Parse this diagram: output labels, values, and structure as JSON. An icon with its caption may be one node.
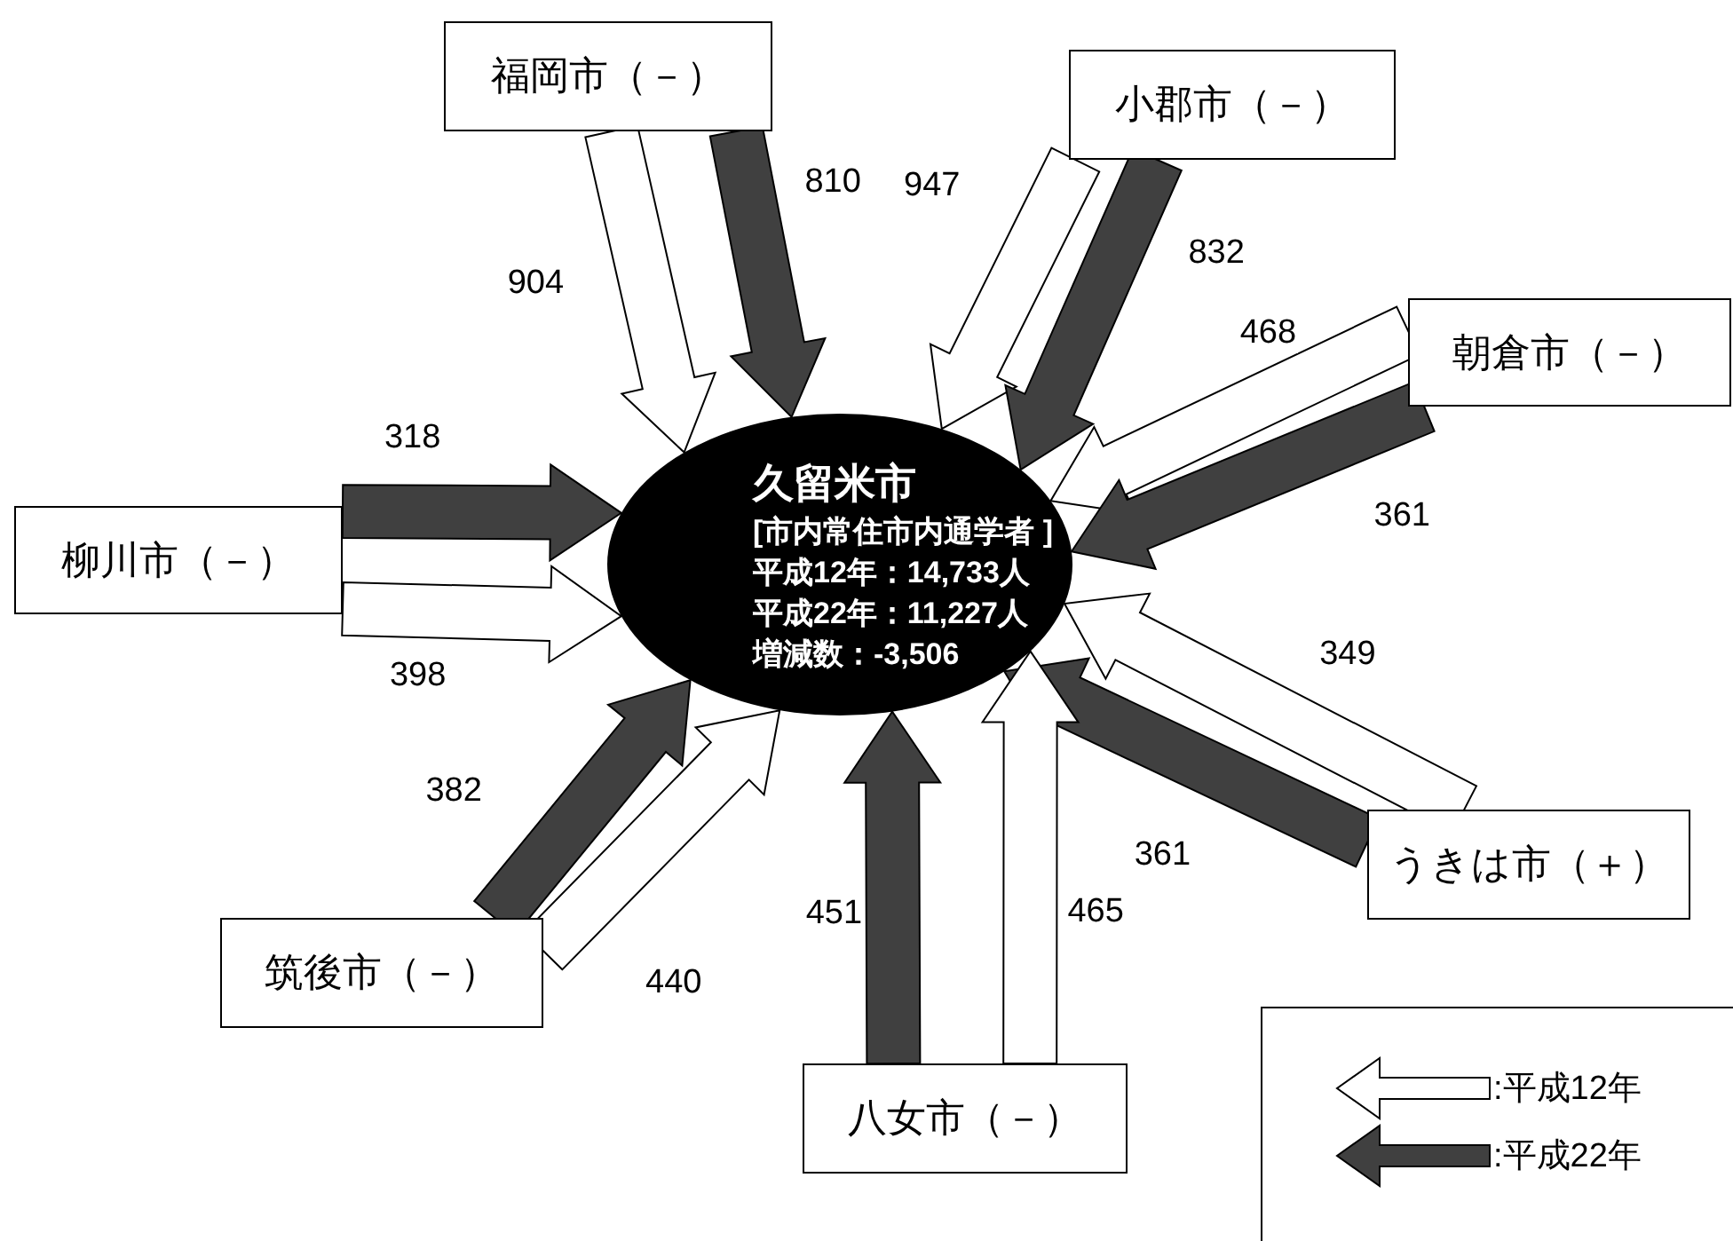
{
  "diagram": {
    "nodes": [
      {
        "text": [
          "久留米市",
          "[市内常住市内通学者 ]",
          "平成12年：14,733人",
          "平成22年：11,227人",
          "増減数：-3,506"
        ]
      },
      {
        "text": [
          "福岡市（－）"
        ]
      },
      {
        "text": [
          "小郡市（－）"
        ]
      },
      {
        "text": [
          "朝倉市（－）"
        ]
      },
      {
        "text": [
          "柳川市（－）"
        ]
      },
      {
        "text": [
          "うきは市（＋）"
        ]
      },
      {
        "text": [
          "筑後市（－）"
        ]
      },
      {
        "text": [
          "八女市（－）"
        ]
      }
    ],
    "edges": [
      {
        "from": 1,
        "to": 0,
        "arrow": "to",
        "label": "904",
        "color": "#ffffff"
      },
      {
        "from": 1,
        "to": 0,
        "arrow": "to",
        "label": "810",
        "color": "#404040"
      },
      {
        "from": 2,
        "to": 0,
        "arrow": "to",
        "label": "947",
        "color": "#ffffff"
      },
      {
        "from": 2,
        "to": 0,
        "arrow": "to",
        "label": "832",
        "color": "#404040"
      },
      {
        "from": 3,
        "to": 0,
        "arrow": "to",
        "label": "468",
        "color": "#ffffff"
      },
      {
        "from": 3,
        "to": 0,
        "arrow": "to",
        "label": "361",
        "color": "#404040"
      },
      {
        "from": 4,
        "to": 0,
        "arrow": "to",
        "label": "318",
        "color": "#404040"
      },
      {
        "from": 4,
        "to": 0,
        "arrow": "to",
        "label": "398",
        "color": "#ffffff"
      },
      {
        "from": 5,
        "to": 0,
        "arrow": "to",
        "label": "349",
        "color": "#ffffff"
      },
      {
        "from": 5,
        "to": 0,
        "arrow": "to",
        "label": "361",
        "color": "#404040"
      },
      {
        "from": 6,
        "to": 0,
        "arrow": "to",
        "label": "382",
        "color": "#404040"
      },
      {
        "from": 6,
        "to": 0,
        "arrow": "to",
        "label": "440",
        "color": "#ffffff"
      },
      {
        "from": 7,
        "to": 0,
        "arrow": "to",
        "label": "451",
        "color": "#404040"
      },
      {
        "from": 7,
        "to": 0,
        "arrow": "to",
        "label": "465",
        "color": "#ffffff"
      }
    ],
    "legend": [
      {
        "text": ":平成12年"
      },
      {
        "text": ":平成22年"
      }
    ]
  }
}
